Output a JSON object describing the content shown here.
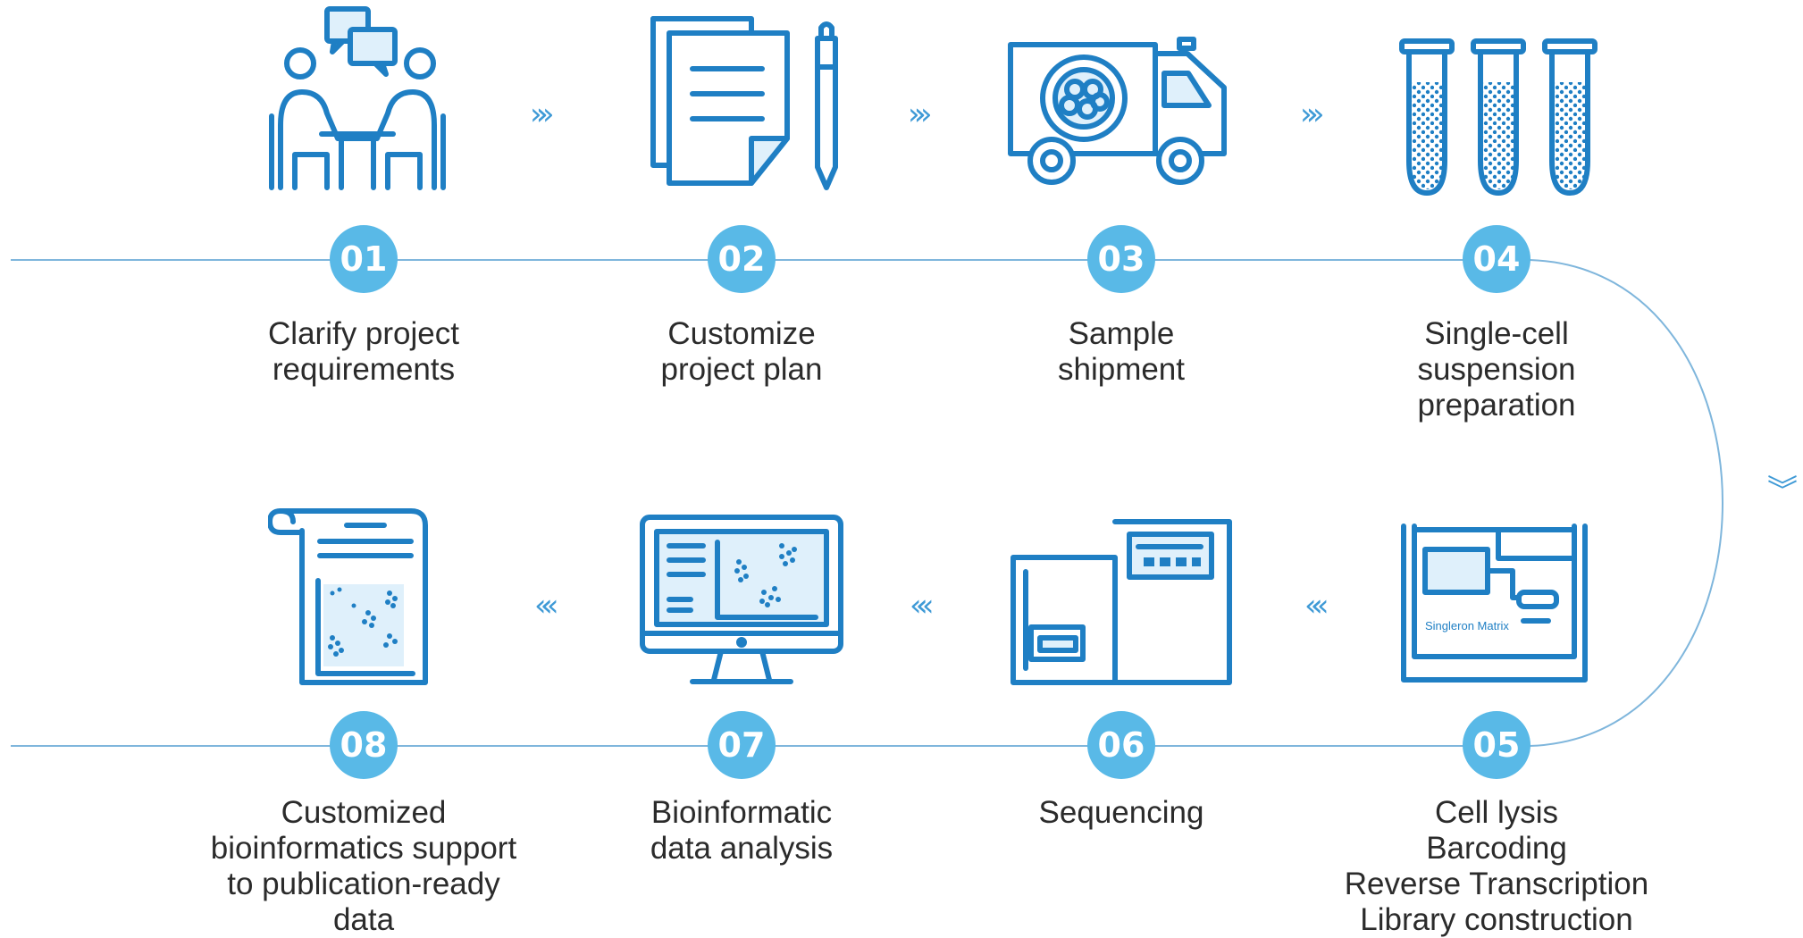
{
  "colors": {
    "icon_blue": "#1f7fc4",
    "badge_blue": "#59b9e7",
    "fill_light": "#dff0fb",
    "line": "#7fb6dc",
    "text": "#2b2b2b"
  },
  "steps": [
    {
      "number": "01",
      "lines": [
        "Clarify project",
        "requirements"
      ],
      "icon": "meeting-icon"
    },
    {
      "number": "02",
      "lines": [
        "Customize",
        "project plan"
      ],
      "icon": "document-pencil-icon"
    },
    {
      "number": "03",
      "lines": [
        "Sample",
        "shipment"
      ],
      "icon": "delivery-truck-icon"
    },
    {
      "number": "04",
      "lines": [
        "Single-cell",
        "suspension",
        "preparation"
      ],
      "icon": "test-tubes-icon"
    },
    {
      "number": "05",
      "lines": [
        "Cell lysis",
        "Barcoding",
        "Reverse Transcription",
        "Library construction"
      ],
      "icon": "singleron-matrix-icon"
    },
    {
      "number": "06",
      "lines": [
        "Sequencing"
      ],
      "icon": "sequencer-icon"
    },
    {
      "number": "07",
      "lines": [
        "Bioinformatic",
        "data analysis"
      ],
      "icon": "monitor-chart-icon"
    },
    {
      "number": "08",
      "lines": [
        "Customized",
        "bioinformatics support",
        "to publication-ready",
        "data"
      ],
      "icon": "report-scroll-icon"
    }
  ],
  "device_label": "Singleron Matrix",
  "arrows": {
    "forward": "»»",
    "back": "««",
    "down": "︾"
  }
}
